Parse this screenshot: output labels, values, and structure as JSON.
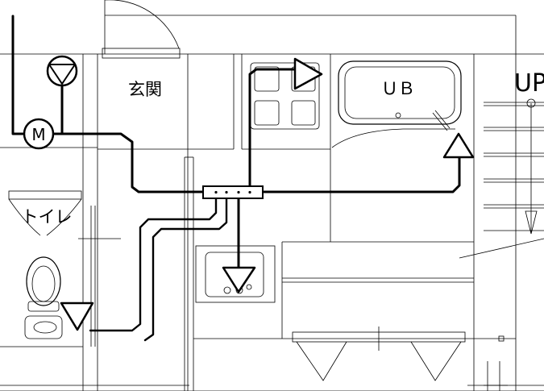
{
  "labels": {
    "entrance": "玄関",
    "toilet": "トイレ",
    "unit_bath": "ＵＢ",
    "up": "UP",
    "motor": "M"
  }
}
